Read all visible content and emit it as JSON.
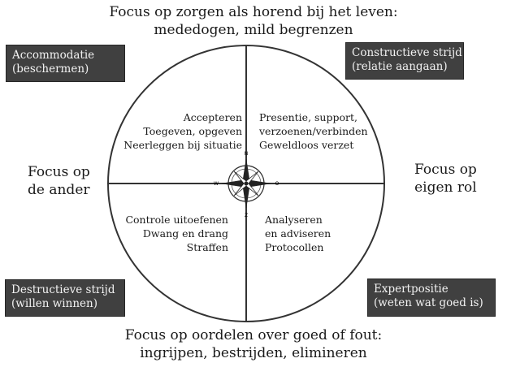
{
  "top_title": [
    "Focus op zorgen als horend bij het leven:",
    "mededogen, mild begrenzen"
  ],
  "bottom_title": [
    "Focus op oordelen over goed of fout:",
    "ingrijpen, bestrijden, elimineren"
  ],
  "left_axis": [
    "Focus op",
    "de ander"
  ],
  "right_axis": [
    "Focus op",
    "eigen rol"
  ],
  "corner_boxes": {
    "top_left": [
      "Accommodatie",
      "(beschermen)"
    ],
    "top_right": [
      "Constructieve strijd",
      "(relatie aangaan)"
    ],
    "bottom_left": [
      "Destructieve strijd",
      "(willen winnen)"
    ],
    "bottom_right": [
      "Expertpositie",
      "(weten wat goed is)"
    ]
  },
  "quadrants": {
    "top_left": [
      "Accepteren",
      "Toegeven, opgeven",
      "Neerleggen bij situatie"
    ],
    "top_right": [
      "Presentie, support,",
      "verzoenen/verbinden",
      "Geweldloos verzet"
    ],
    "bottom_left": [
      "Controle uitoefenen",
      "Dwang en drang",
      "Straffen"
    ],
    "bottom_right": [
      "Analyseren",
      "en adviseren",
      "Protocollen"
    ]
  },
  "compass": {
    "n": "N",
    "e": "O",
    "s": "Z",
    "w": "W"
  },
  "colors": {
    "box_fill": "#404040",
    "box_text": "#f2f2f2",
    "line": "#333333"
  }
}
